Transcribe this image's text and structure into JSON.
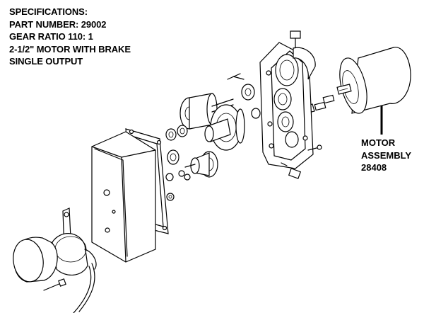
{
  "specifications": {
    "heading": "SPECIFICATIONS:",
    "part_number": "PART NUMBER: 29002",
    "gear_ratio": "GEAR RATIO 110: 1",
    "motor": "2-1/2\" MOTOR WITH BRAKE",
    "output": "SINGLE OUTPUT"
  },
  "callout": {
    "line1": "MOTOR",
    "line2": "ASSEMBLY",
    "line3": "28408"
  }
}
